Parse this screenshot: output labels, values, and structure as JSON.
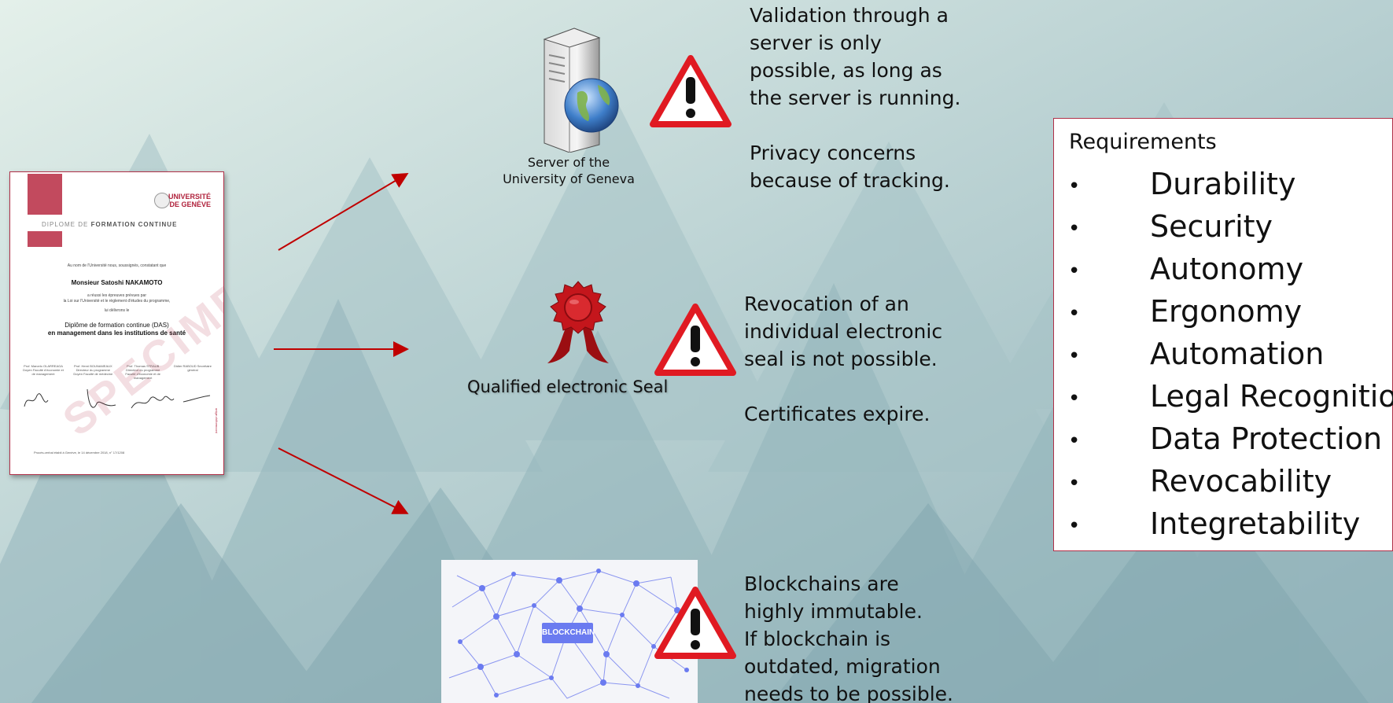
{
  "server": {
    "icon": "server-globe-icon",
    "caption": "Server of the\nUniversity of Geneva",
    "notes": [
      "Validation through a\nserver is only\npossible, as long as\nthe server is running.",
      "Privacy concerns\nbecause of tracking."
    ]
  },
  "seal": {
    "icon": "wax-seal-icon",
    "caption": "Qualified electronic Seal",
    "notes": [
      "Revocation of an\nindividual electronic\nseal is not possible.",
      "Certificates expire."
    ]
  },
  "blockchain": {
    "icon": "blockchain-network-image",
    "tag": "BLOCKCHAIN",
    "notes": [
      "Blockchains are\nhighly immutable.\nIf blockchain is\noutdated, migration\nneeds to be possible."
    ]
  },
  "diploma": {
    "logo_line1": "UNIVERSITÉ",
    "logo_line2": "DE GENÈVE",
    "heading_prefix": "DIPLOME DE ",
    "heading_bold": "FORMATION CONTINUE",
    "preamble": "Au nom de l'Université nous, soussignés, constatant que",
    "recipient": "Monsieur Satoshi NAKAMOTO",
    "line_a": "a réussi les épreuves prévues par",
    "line_b": "la Loi sur l'Université et le règlement d'études du programme,",
    "line_c": "lui délivrons le",
    "degree_1": "Diplôme de formation continue (DAS)",
    "degree_2": "en management dans les institutions de santé",
    "signatories": [
      "Prof. Marcelo OLARREAGA Doyen Faculté d'économie et de management",
      "Prof. Henri BOUNAMEAUX Directeur du programme Doyen Faculté de médecine",
      "Prof. Thomas STRAUB Directeur du programme Faculté d'économie et de management",
      "Didier RABOUD Secrétaire général"
    ],
    "footer": "Procès-verbal établi à Genève, le 14 décembre 2018, n° 17/1208",
    "watermark": "SPECIMEN",
    "side_text": "unige.ch/formcont"
  },
  "requirements": {
    "title": "Requirements",
    "bullet": "•",
    "items": [
      "Durability",
      "Security",
      "Autonomy",
      "Ergonomy",
      "Automation",
      "Legal Recognition",
      "Data Protection",
      "Revocability",
      "Integretability"
    ]
  },
  "colors": {
    "accent": "#c00000",
    "warning_red": "#e01a22",
    "box_border": "#b03048"
  }
}
